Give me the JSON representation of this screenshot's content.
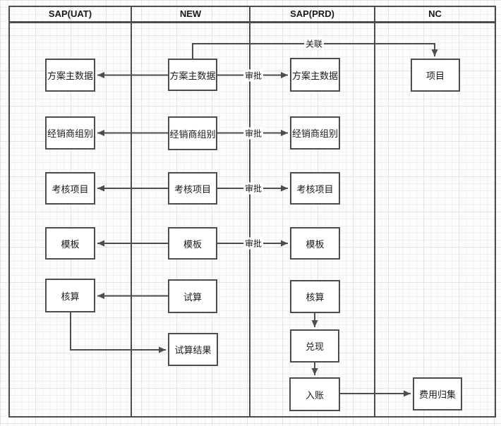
{
  "diagram": {
    "lanes": [
      {
        "id": "sap-uat",
        "label": "SAP(UAT)"
      },
      {
        "id": "new",
        "label": "NEW"
      },
      {
        "id": "sap-prd",
        "label": "SAP(PRD)"
      },
      {
        "id": "nc",
        "label": "NC"
      }
    ],
    "nodes": {
      "uat_plan": {
        "label": "方案主数据"
      },
      "uat_dealer": {
        "label": "经销商组别"
      },
      "uat_assess": {
        "label": "考核项目"
      },
      "uat_template": {
        "label": "模板"
      },
      "uat_account": {
        "label": "核算"
      },
      "new_plan": {
        "label": "方案主数据"
      },
      "new_dealer": {
        "label": "经销商组别"
      },
      "new_assess": {
        "label": "考核项目"
      },
      "new_template": {
        "label": "模板"
      },
      "new_trial": {
        "label": "试算"
      },
      "new_trial_result": {
        "label": "试算结果"
      },
      "prd_plan": {
        "label": "方案主数据"
      },
      "prd_dealer": {
        "label": "经销商组别"
      },
      "prd_assess": {
        "label": "考核项目"
      },
      "prd_template": {
        "label": "模板"
      },
      "prd_account": {
        "label": "核算"
      },
      "prd_redeem": {
        "label": "兑现"
      },
      "prd_posting": {
        "label": "入账"
      },
      "nc_project": {
        "label": "项目"
      },
      "nc_expense": {
        "label": "费用归集"
      }
    },
    "edge_labels": {
      "relation": "关联",
      "approve": "审批"
    },
    "colors": {
      "stroke": "#4d4d4d",
      "node_fill": "#ffffff",
      "text": "#1a1a1a",
      "grid_minor": "#f0f0f0",
      "grid_major": "#e4e4e4"
    }
  }
}
